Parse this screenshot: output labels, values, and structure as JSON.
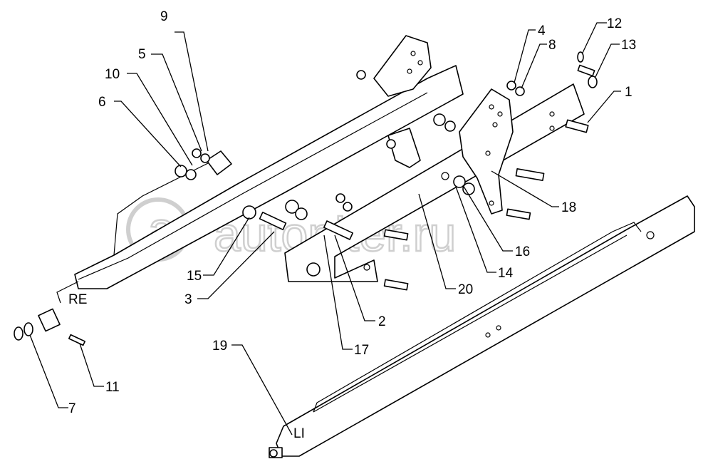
{
  "diagram": {
    "title": "Lower link assembly parts diagram",
    "watermark": "autopiter.ru",
    "side_labels": {
      "right": "RE",
      "left": "LI"
    },
    "callouts": {
      "c1": "1",
      "c2": "2",
      "c3": "3",
      "c4": "4",
      "c5": "5",
      "c6": "6",
      "c7": "7",
      "c8": "8",
      "c9": "9",
      "c10": "10",
      "c11": "11",
      "c12": "12",
      "c13": "13",
      "c14": "14",
      "c15": "15",
      "c16": "16",
      "c17": "17",
      "c18": "18",
      "c19": "19",
      "c20": "20"
    }
  }
}
